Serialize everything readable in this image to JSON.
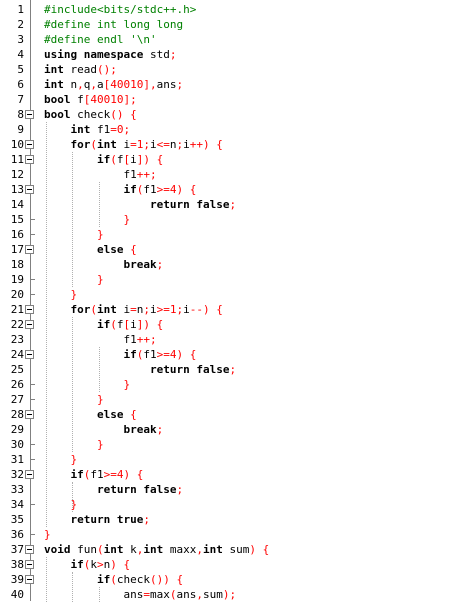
{
  "editor": {
    "lines": [
      [
        [
          "pp",
          "#include<bits/stdc++.h>"
        ]
      ],
      [
        [
          "pp",
          "#define int long long"
        ]
      ],
      [
        [
          "pp",
          "#define endl '\\n'"
        ]
      ],
      [
        [
          "kw",
          "using"
        ],
        [
          "tx",
          " "
        ],
        [
          "kw",
          "namespace"
        ],
        [
          "tx",
          " std"
        ],
        [
          "op",
          ";"
        ]
      ],
      [
        [
          "kw",
          "int"
        ],
        [
          "tx",
          " read"
        ],
        [
          "op",
          "();"
        ]
      ],
      [
        [
          "kw",
          "int"
        ],
        [
          "tx",
          " n"
        ],
        [
          "op",
          ","
        ],
        [
          "tx",
          "q"
        ],
        [
          "op",
          ","
        ],
        [
          "tx",
          "a"
        ],
        [
          "op",
          "["
        ],
        [
          "num",
          "40010"
        ],
        [
          "op",
          "],"
        ],
        [
          "tx",
          "ans"
        ],
        [
          "op",
          ";"
        ]
      ],
      [
        [
          "kw",
          "bool"
        ],
        [
          "tx",
          " f"
        ],
        [
          "op",
          "["
        ],
        [
          "num",
          "40010"
        ],
        [
          "op",
          "];"
        ]
      ],
      [
        [
          "kw",
          "bool"
        ],
        [
          "tx",
          " check"
        ],
        [
          "op",
          "()"
        ],
        [
          "tx",
          " "
        ],
        [
          "op",
          "{"
        ]
      ],
      [
        [
          "tx",
          "    "
        ],
        [
          "kw",
          "int"
        ],
        [
          "tx",
          " f1"
        ],
        [
          "op",
          "="
        ],
        [
          "num",
          "0"
        ],
        [
          "op",
          ";"
        ]
      ],
      [
        [
          "tx",
          "    "
        ],
        [
          "kw",
          "for"
        ],
        [
          "op",
          "("
        ],
        [
          "kw",
          "int"
        ],
        [
          "tx",
          " i"
        ],
        [
          "op",
          "="
        ],
        [
          "num",
          "1"
        ],
        [
          "op",
          ";"
        ],
        [
          "tx",
          "i"
        ],
        [
          "op",
          "<="
        ],
        [
          "tx",
          "n"
        ],
        [
          "op",
          ";"
        ],
        [
          "tx",
          "i"
        ],
        [
          "op",
          "++)"
        ],
        [
          "tx",
          " "
        ],
        [
          "op",
          "{"
        ]
      ],
      [
        [
          "tx",
          "        "
        ],
        [
          "kw",
          "if"
        ],
        [
          "op",
          "("
        ],
        [
          "tx",
          "f"
        ],
        [
          "op",
          "["
        ],
        [
          "tx",
          "i"
        ],
        [
          "op",
          "])"
        ],
        [
          "tx",
          " "
        ],
        [
          "op",
          "{"
        ]
      ],
      [
        [
          "tx",
          "            f1"
        ],
        [
          "op",
          "++;"
        ]
      ],
      [
        [
          "tx",
          "            "
        ],
        [
          "kw",
          "if"
        ],
        [
          "op",
          "("
        ],
        [
          "tx",
          "f1"
        ],
        [
          "op",
          ">="
        ],
        [
          "num",
          "4"
        ],
        [
          "op",
          ")"
        ],
        [
          "tx",
          " "
        ],
        [
          "op",
          "{"
        ]
      ],
      [
        [
          "tx",
          "                "
        ],
        [
          "kw",
          "return"
        ],
        [
          "tx",
          " "
        ],
        [
          "kw",
          "false"
        ],
        [
          "op",
          ";"
        ]
      ],
      [
        [
          "tx",
          "            "
        ],
        [
          "op",
          "}"
        ]
      ],
      [
        [
          "tx",
          "        "
        ],
        [
          "op",
          "}"
        ]
      ],
      [
        [
          "tx",
          "        "
        ],
        [
          "kw",
          "else"
        ],
        [
          "tx",
          " "
        ],
        [
          "op",
          "{"
        ]
      ],
      [
        [
          "tx",
          "            "
        ],
        [
          "kw",
          "break"
        ],
        [
          "op",
          ";"
        ]
      ],
      [
        [
          "tx",
          "        "
        ],
        [
          "op",
          "}"
        ]
      ],
      [
        [
          "tx",
          "    "
        ],
        [
          "op",
          "}"
        ]
      ],
      [
        [
          "tx",
          "    "
        ],
        [
          "kw",
          "for"
        ],
        [
          "op",
          "("
        ],
        [
          "kw",
          "int"
        ],
        [
          "tx",
          " i"
        ],
        [
          "op",
          "="
        ],
        [
          "tx",
          "n"
        ],
        [
          "op",
          ";"
        ],
        [
          "tx",
          "i"
        ],
        [
          "op",
          ">="
        ],
        [
          "num",
          "1"
        ],
        [
          "op",
          ";"
        ],
        [
          "tx",
          "i"
        ],
        [
          "op",
          "--)"
        ],
        [
          "tx",
          " "
        ],
        [
          "op",
          "{"
        ]
      ],
      [
        [
          "tx",
          "        "
        ],
        [
          "kw",
          "if"
        ],
        [
          "op",
          "("
        ],
        [
          "tx",
          "f"
        ],
        [
          "op",
          "["
        ],
        [
          "tx",
          "i"
        ],
        [
          "op",
          "])"
        ],
        [
          "tx",
          " "
        ],
        [
          "op",
          "{"
        ]
      ],
      [
        [
          "tx",
          "            f1"
        ],
        [
          "op",
          "++;"
        ]
      ],
      [
        [
          "tx",
          "            "
        ],
        [
          "kw",
          "if"
        ],
        [
          "op",
          "("
        ],
        [
          "tx",
          "f1"
        ],
        [
          "op",
          ">="
        ],
        [
          "num",
          "4"
        ],
        [
          "op",
          ")"
        ],
        [
          "tx",
          " "
        ],
        [
          "op",
          "{"
        ]
      ],
      [
        [
          "tx",
          "                "
        ],
        [
          "kw",
          "return"
        ],
        [
          "tx",
          " "
        ],
        [
          "kw",
          "false"
        ],
        [
          "op",
          ";"
        ]
      ],
      [
        [
          "tx",
          "            "
        ],
        [
          "op",
          "}"
        ]
      ],
      [
        [
          "tx",
          "        "
        ],
        [
          "op",
          "}"
        ]
      ],
      [
        [
          "tx",
          "        "
        ],
        [
          "kw",
          "else"
        ],
        [
          "tx",
          " "
        ],
        [
          "op",
          "{"
        ]
      ],
      [
        [
          "tx",
          "            "
        ],
        [
          "kw",
          "break"
        ],
        [
          "op",
          ";"
        ]
      ],
      [
        [
          "tx",
          "        "
        ],
        [
          "op",
          "}"
        ]
      ],
      [
        [
          "tx",
          "    "
        ],
        [
          "op",
          "}"
        ]
      ],
      [
        [
          "tx",
          "    "
        ],
        [
          "kw",
          "if"
        ],
        [
          "op",
          "("
        ],
        [
          "tx",
          "f1"
        ],
        [
          "op",
          ">="
        ],
        [
          "num",
          "4"
        ],
        [
          "op",
          ")"
        ],
        [
          "tx",
          " "
        ],
        [
          "op",
          "{"
        ]
      ],
      [
        [
          "tx",
          "        "
        ],
        [
          "kw",
          "return"
        ],
        [
          "tx",
          " "
        ],
        [
          "kw",
          "false"
        ],
        [
          "op",
          ";"
        ]
      ],
      [
        [
          "tx",
          "    "
        ],
        [
          "op",
          "}"
        ]
      ],
      [
        [
          "tx",
          "    "
        ],
        [
          "kw",
          "return"
        ],
        [
          "tx",
          " "
        ],
        [
          "kw",
          "true"
        ],
        [
          "op",
          ";"
        ]
      ],
      [
        [
          "op",
          "}"
        ]
      ],
      [
        [
          "kw",
          "void"
        ],
        [
          "tx",
          " fun"
        ],
        [
          "op",
          "("
        ],
        [
          "kw",
          "int"
        ],
        [
          "tx",
          " k"
        ],
        [
          "op",
          ","
        ],
        [
          "kw",
          "int"
        ],
        [
          "tx",
          " maxx"
        ],
        [
          "op",
          ","
        ],
        [
          "kw",
          "int"
        ],
        [
          "tx",
          " sum"
        ],
        [
          "op",
          ")"
        ],
        [
          "tx",
          " "
        ],
        [
          "op",
          "{"
        ]
      ],
      [
        [
          "tx",
          "    "
        ],
        [
          "kw",
          "if"
        ],
        [
          "op",
          "("
        ],
        [
          "tx",
          "k"
        ],
        [
          "op",
          ">"
        ],
        [
          "tx",
          "n"
        ],
        [
          "op",
          ")"
        ],
        [
          "tx",
          " "
        ],
        [
          "op",
          "{"
        ]
      ],
      [
        [
          "tx",
          "        "
        ],
        [
          "kw",
          "if"
        ],
        [
          "op",
          "("
        ],
        [
          "tx",
          "check"
        ],
        [
          "op",
          "())"
        ],
        [
          "tx",
          " "
        ],
        [
          "op",
          "{"
        ]
      ],
      [
        [
          "tx",
          "            ans"
        ],
        [
          "op",
          "="
        ],
        [
          "tx",
          "max"
        ],
        [
          "op",
          "("
        ],
        [
          "tx",
          "ans"
        ],
        [
          "op",
          ","
        ],
        [
          "tx",
          "sum"
        ],
        [
          "op",
          ");"
        ]
      ]
    ],
    "line_numbers": [
      "1",
      "2",
      "3",
      "4",
      "5",
      "6",
      "7",
      "8",
      "9",
      "10",
      "11",
      "12",
      "13",
      "14",
      "15",
      "16",
      "17",
      "18",
      "19",
      "20",
      "21",
      "22",
      "23",
      "24",
      "25",
      "26",
      "27",
      "28",
      "29",
      "30",
      "31",
      "32",
      "33",
      "34",
      "35",
      "36",
      "37",
      "38",
      "39",
      "40"
    ],
    "fold_open_lines": [
      8,
      10,
      11,
      13,
      17,
      21,
      22,
      24,
      28,
      32,
      37,
      38,
      39
    ],
    "fold_close_lines": [
      15,
      16,
      19,
      20,
      26,
      27,
      30,
      31,
      34,
      36
    ],
    "colors": {
      "preprocessor": "#008000",
      "keyword": "#000000",
      "operator": "#ff0000",
      "number": "#ff0000",
      "text": "#000000",
      "fold_line": "#808080",
      "background": "#ffffff"
    }
  }
}
